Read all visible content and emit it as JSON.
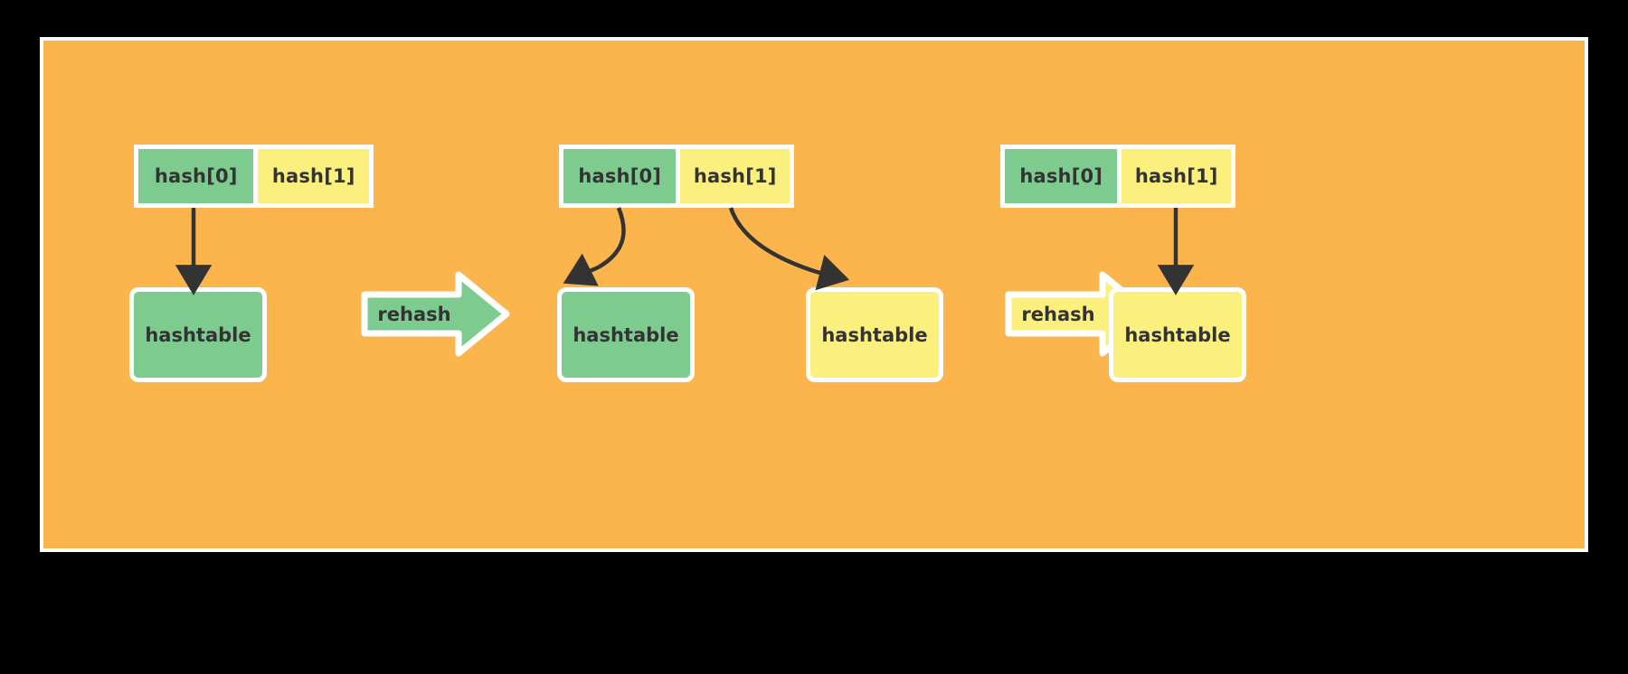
{
  "figure": {
    "background_color": "#000000",
    "panel_color": "#FCB44C",
    "frame_color": "#FFFFFF",
    "green": "#7DCB8F",
    "yellow": "#FBF07D",
    "arrow_color": "#333333"
  },
  "stages": [
    {
      "id": "stage-1",
      "header": {
        "left_label": "hash[0]",
        "right_label": "hash[1]"
      },
      "tables": [
        {
          "label": "hashtable",
          "color": "green"
        }
      ]
    },
    {
      "id": "stage-2",
      "header": {
        "left_label": "hash[0]",
        "right_label": "hash[1]"
      },
      "tables": [
        {
          "label": "hashtable",
          "color": "green"
        },
        {
          "label": "hashtable",
          "color": "yellow"
        }
      ]
    },
    {
      "id": "stage-3",
      "header": {
        "left_label": "hash[0]",
        "right_label": "hash[1]"
      },
      "tables": [
        {
          "label": "hashtable",
          "color": "yellow"
        }
      ]
    }
  ],
  "transitions": [
    {
      "id": "rehash-1",
      "label": "rehash",
      "color": "green"
    },
    {
      "id": "rehash-2",
      "label": "rehash",
      "color": "yellow"
    }
  ]
}
